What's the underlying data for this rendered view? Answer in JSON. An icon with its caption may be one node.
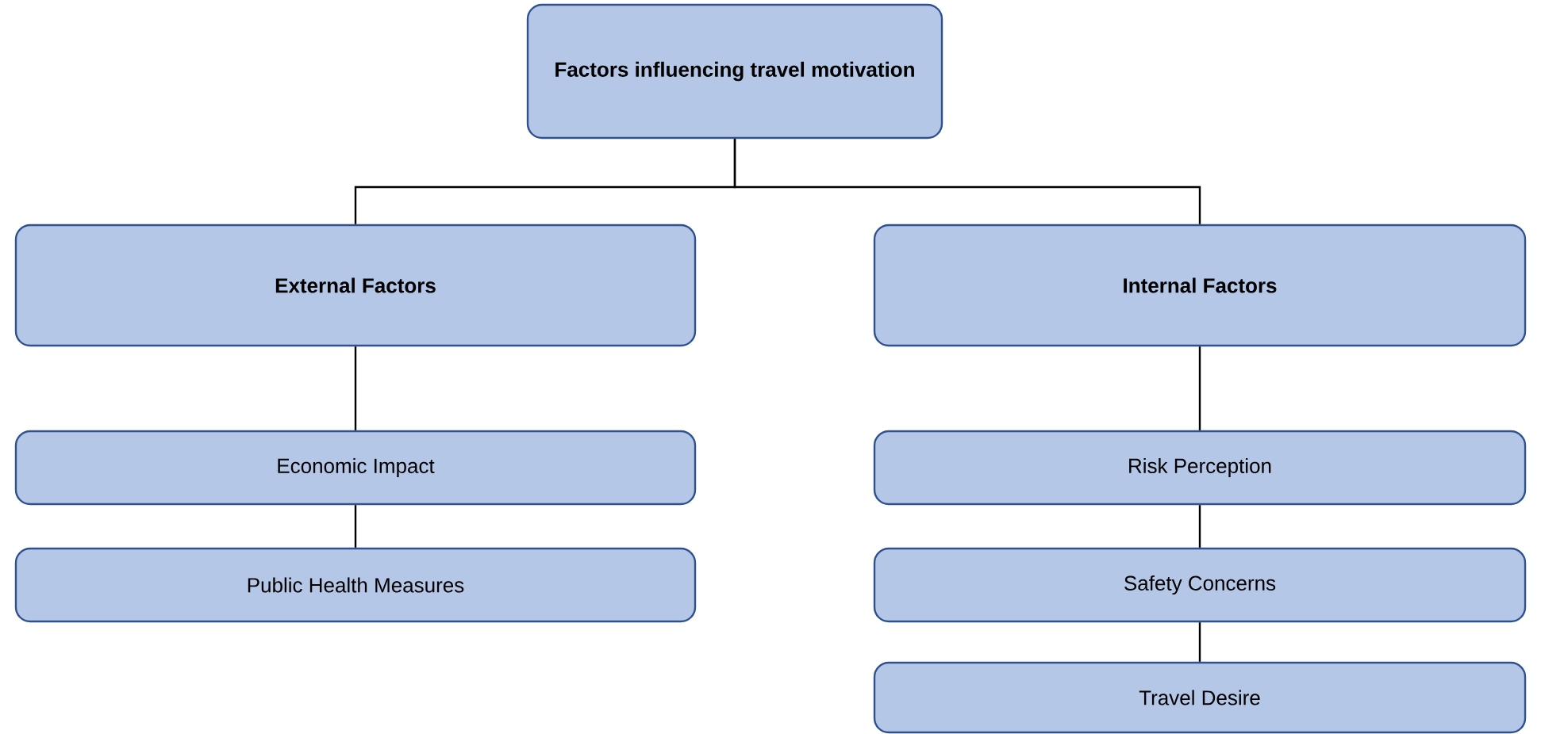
{
  "diagram": {
    "nodes": [
      {
        "text": [
          "Factors influencing travel motivation"
        ]
      },
      {
        "text": [
          "External Factors"
        ]
      },
      {
        "text": [
          "Internal Factors"
        ]
      },
      {
        "text": [
          "Economic Impact"
        ]
      },
      {
        "text": [
          "Public Health Measures"
        ]
      },
      {
        "text": [
          "Risk Perception"
        ]
      },
      {
        "text": [
          "Safety Concerns"
        ]
      },
      {
        "text": [
          "Travel Desire"
        ]
      }
    ],
    "edges": [
      {
        "from": 0,
        "to": 1,
        "arrow": "none"
      },
      {
        "from": 0,
        "to": 2,
        "arrow": "none"
      },
      {
        "from": 1,
        "to": 3,
        "arrow": "none"
      },
      {
        "from": 3,
        "to": 4,
        "arrow": "none"
      },
      {
        "from": 2,
        "to": 5,
        "arrow": "none"
      },
      {
        "from": 5,
        "to": 6,
        "arrow": "none"
      },
      {
        "from": 6,
        "to": 7,
        "arrow": "none"
      }
    ]
  }
}
